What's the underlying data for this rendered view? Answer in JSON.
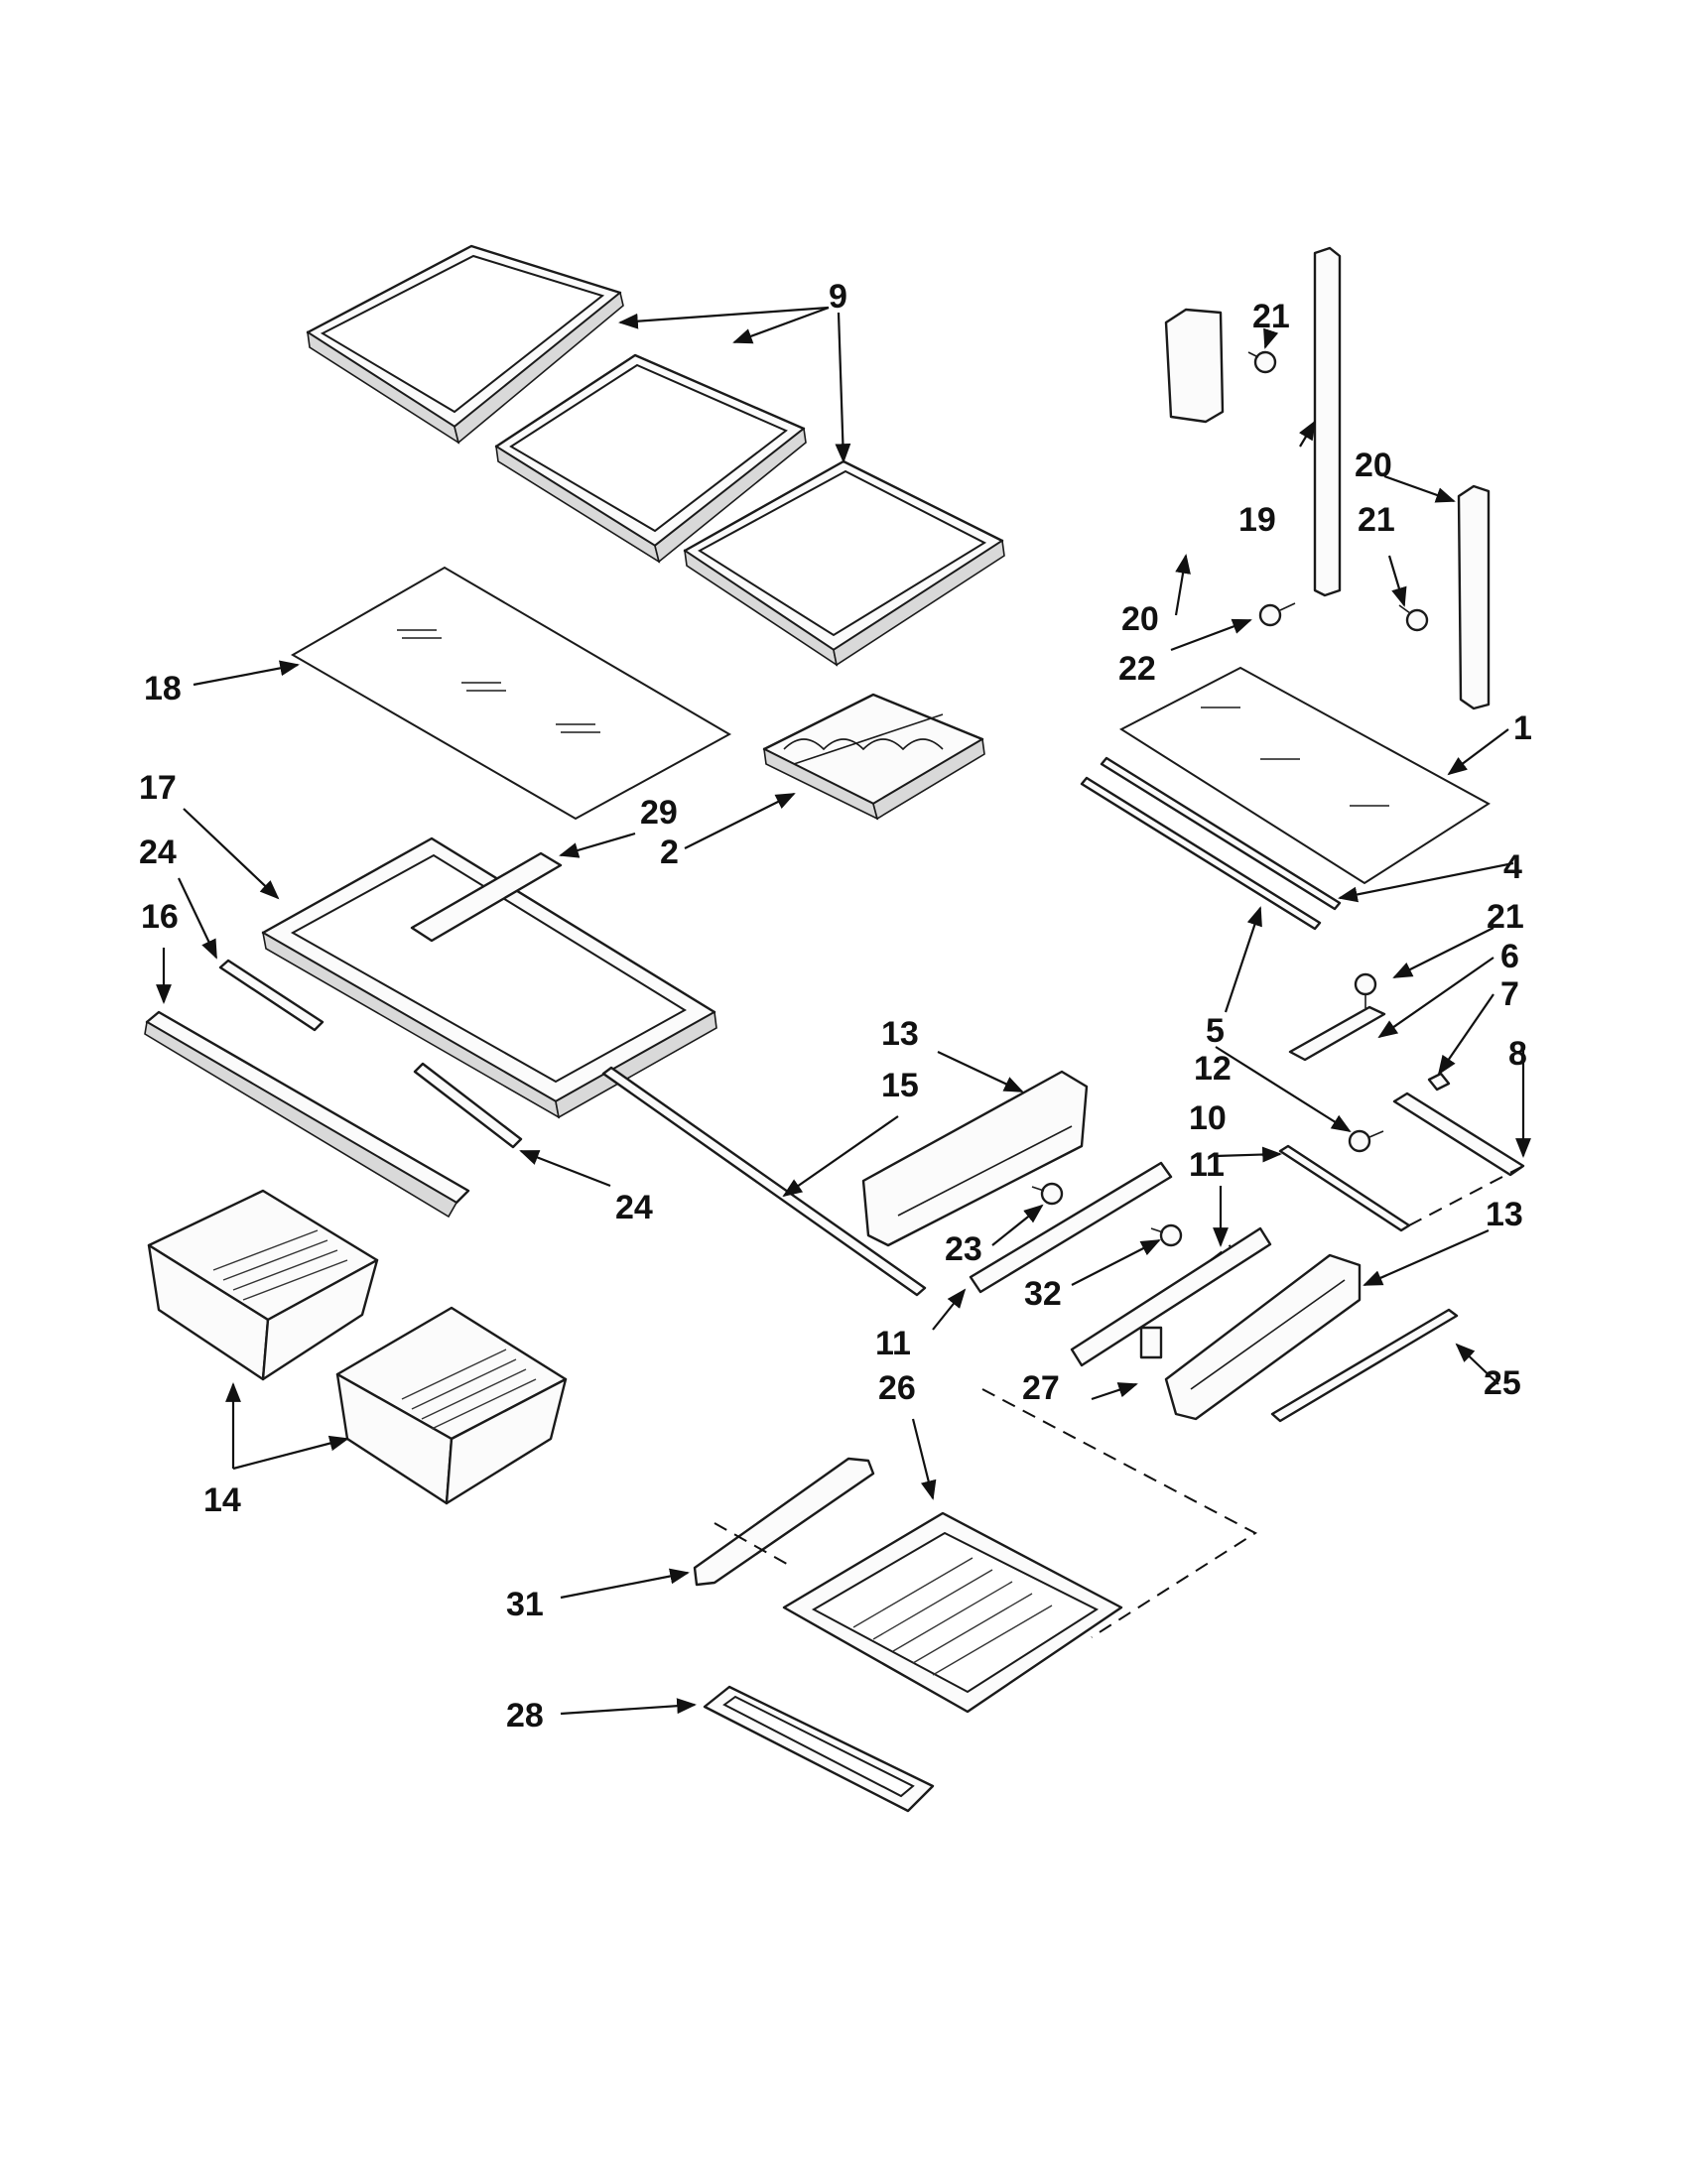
{
  "diagram": {
    "colors": {
      "ink": "#111111",
      "paper": "#ffffff",
      "shade": "#d9d9d9"
    },
    "labels": {
      "l1": "1",
      "l2": "2",
      "l4": "4",
      "l5": "5",
      "l6": "6",
      "l7": "7",
      "l8": "8",
      "l9": "9",
      "l10": "10",
      "l11a": "11",
      "l11b": "11",
      "l12": "12",
      "l13a": "13",
      "l13b": "13",
      "l14": "14",
      "l15": "15",
      "l16": "16",
      "l17": "17",
      "l18": "18",
      "l19": "19",
      "l20a": "20",
      "l20b": "20",
      "l21a": "21",
      "l21b": "21",
      "l21c": "21",
      "l22": "22",
      "l23": "23",
      "l24a": "24",
      "l24b": "24",
      "l25": "25",
      "l26": "26",
      "l27": "27",
      "l28": "28",
      "l29": "29",
      "l31": "31",
      "l32": "32"
    }
  }
}
